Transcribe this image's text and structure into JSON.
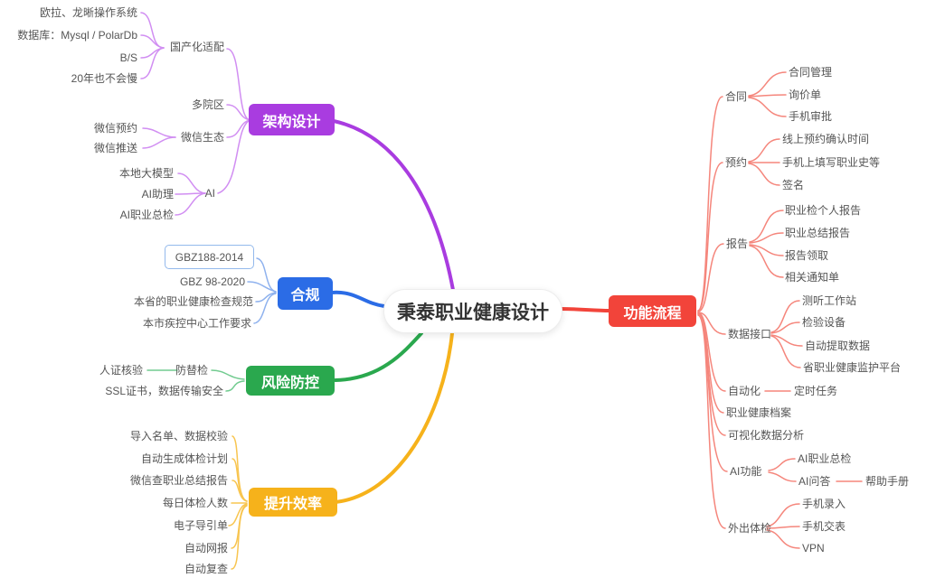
{
  "center": {
    "label": "秉泰职业健康设计"
  },
  "colors": {
    "arch": "#a93ce0",
    "compliance": "#2b6ce6",
    "risk": "#2aa84e",
    "efficiency": "#f6b21b",
    "flow": "#f2443a"
  },
  "arch": {
    "label": "架构设计",
    "localization": {
      "label": "国产化适配",
      "items": [
        "欧拉、龙晰操作系统",
        "数据库：Mysql / PolarDb",
        "B/S",
        "20年也不会慢"
      ]
    },
    "multiCampus": {
      "label": "多院区"
    },
    "wechat": {
      "label": "微信生态",
      "items": [
        "微信预约",
        "微信推送"
      ]
    },
    "ai": {
      "label": "AI",
      "items": [
        "本地大模型",
        "AI助理",
        "AI职业总检"
      ]
    }
  },
  "compliance": {
    "label": "合规",
    "selectedItem": "GBZ188-2014",
    "items": [
      "GBZ 98-2020",
      "本省的职业健康检查规范",
      "本市疾控中心工作要求"
    ]
  },
  "risk": {
    "label": "风险防控",
    "antiSubstitution": {
      "label": "防替检",
      "sub": "人证核验"
    },
    "ssl": {
      "label": "SSL证书，数据传输安全"
    }
  },
  "efficiency": {
    "label": "提升效率",
    "items": [
      "导入名单、数据校验",
      "自动生成体检计划",
      "微信查职业总结报告",
      "每日体检人数",
      "电子导引单",
      "自动网报",
      "自动复查"
    ]
  },
  "flow": {
    "label": "功能流程",
    "contract": {
      "label": "合同",
      "items": [
        "合同管理",
        "询价单",
        "手机审批"
      ]
    },
    "booking": {
      "label": "预约",
      "items": [
        "线上预约确认时间",
        "手机上填写职业史等",
        "签名"
      ]
    },
    "report": {
      "label": "报告",
      "items": [
        "职业检个人报告",
        "职业总结报告",
        "报告领取",
        "相关通知单"
      ]
    },
    "dataInterface": {
      "label": "数据接口",
      "items": [
        "测听工作站",
        "检验设备",
        "自动提取数据",
        "省职业健康监护平台"
      ]
    },
    "automation": {
      "label": "自动化",
      "items": [
        "定时任务"
      ]
    },
    "healthArchive": {
      "label": "职业健康档案"
    },
    "visualization": {
      "label": "可视化数据分析"
    },
    "aiFeatures": {
      "label": "AI功能",
      "items": [
        "AI职业总检",
        "AI问答"
      ],
      "qaSub": "帮助手册"
    },
    "fieldExam": {
      "label": "外出体检",
      "items": [
        "手机录入",
        "手机交表",
        "VPN"
      ]
    }
  }
}
